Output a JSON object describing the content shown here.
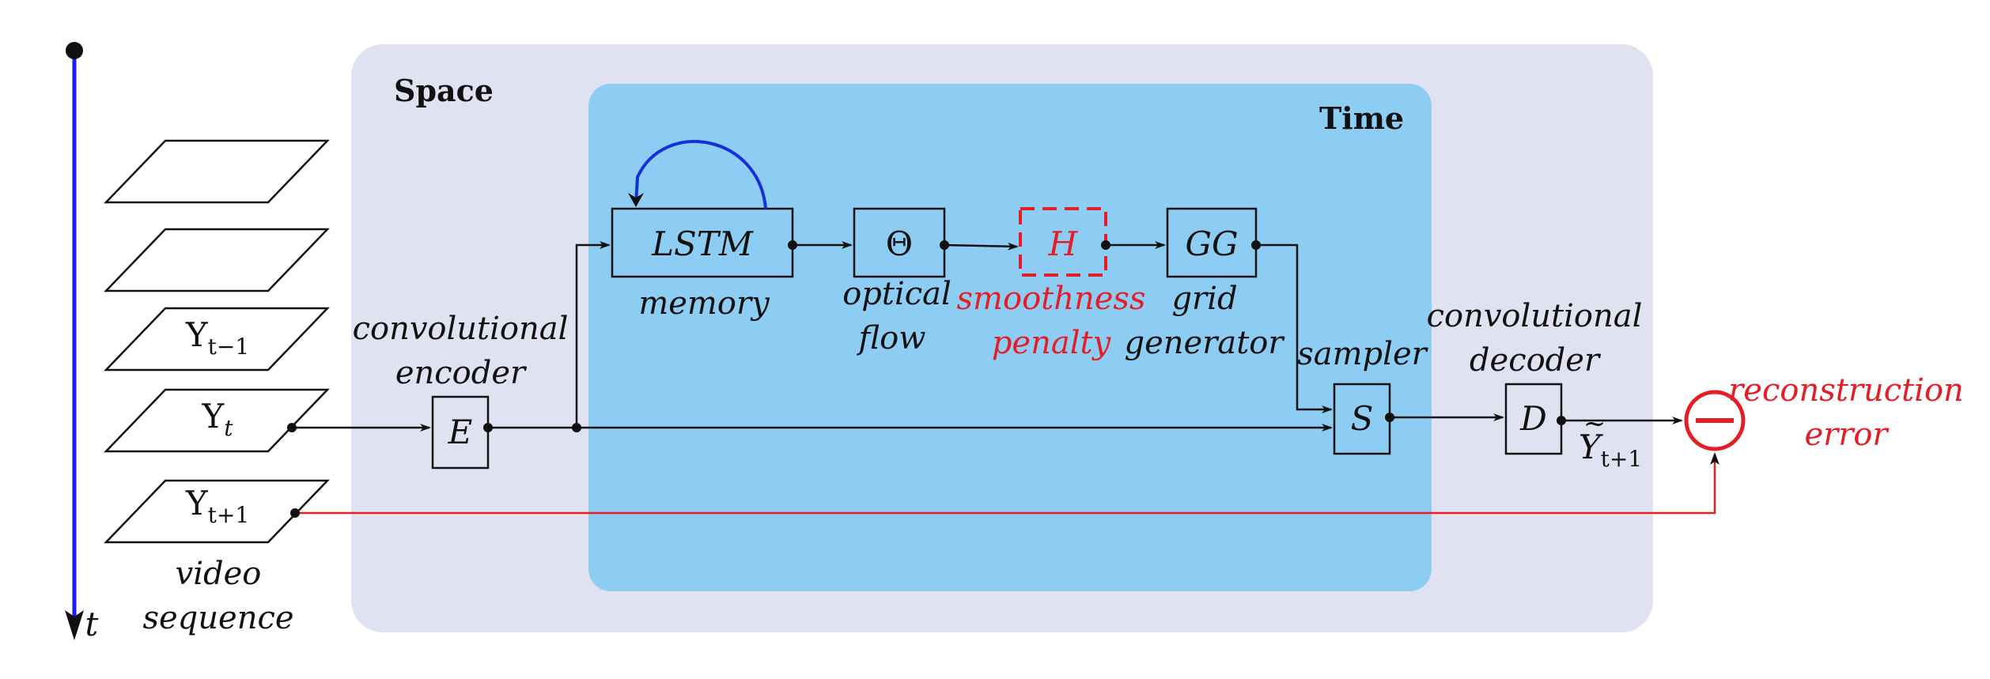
{
  "regions": {
    "space_label": "Space",
    "time_label": "Time"
  },
  "frames": {
    "y_prev": "Y",
    "y_prev_sub": "t−1",
    "y_cur": "Y",
    "y_cur_sub": "t",
    "y_next": "Y",
    "y_next_sub": "t+1",
    "caption": [
      "video",
      "sequence"
    ]
  },
  "timeline": {
    "label": "t"
  },
  "blocks": {
    "encoder": {
      "symbol": "E",
      "caption": [
        "convolutional",
        "encoder"
      ]
    },
    "lstm": {
      "symbol": "LSTM",
      "caption": [
        "memory"
      ]
    },
    "theta": {
      "symbol": "Θ",
      "caption": [
        "optical",
        "flow"
      ]
    },
    "h": {
      "symbol": "H",
      "caption": [
        "smoothness",
        "penalty"
      ]
    },
    "gg": {
      "symbol": "GG",
      "caption": [
        "grid",
        "generator"
      ]
    },
    "sampler": {
      "symbol": "S",
      "caption": [
        "sampler"
      ]
    },
    "decoder": {
      "symbol": "D",
      "caption": [
        "convolutional",
        "decoder"
      ]
    }
  },
  "output": {
    "symbol": "Y",
    "sub": "t+1"
  },
  "error": {
    "caption": [
      "reconstruction",
      "error"
    ]
  },
  "colors": {
    "space_bg": "#e1e2f1",
    "time_bg": "#8ecdf3",
    "timeline": "#1a1aff",
    "red": "#e41e26",
    "loop": "#1530d8"
  }
}
